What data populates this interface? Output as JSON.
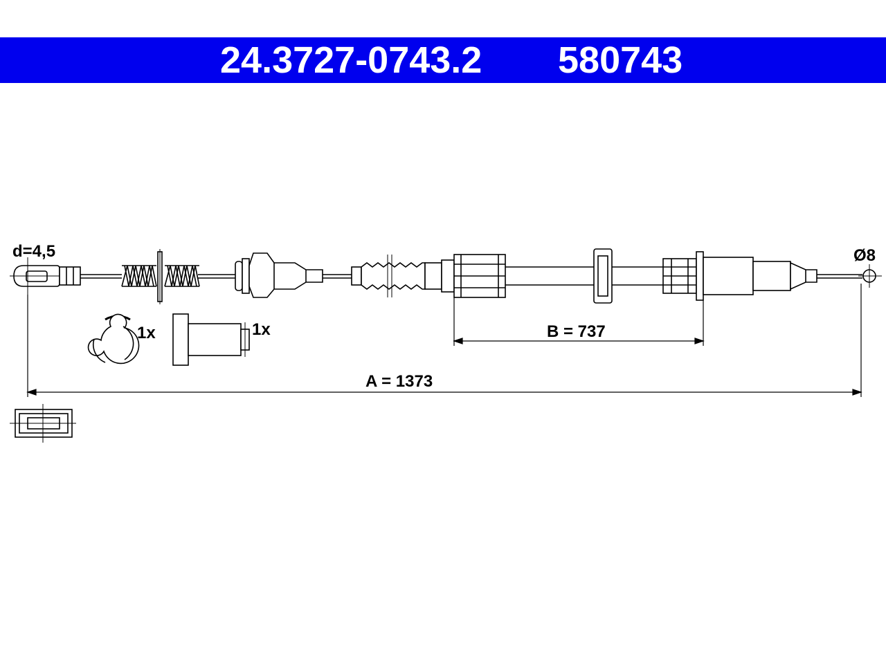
{
  "header": {
    "part_number": "24.3727-0743.2",
    "reference_number": "580743",
    "background_color": "#0000ee",
    "text_color": "#ffffff"
  },
  "dimensions": {
    "cable_diameter": "d=4,5",
    "nipple_diameter": "Ø8",
    "length_a": "A = 1373",
    "length_b": "B = 737"
  },
  "accessories": {
    "clip_quantity": "1x",
    "sleeve_quantity": "1x"
  },
  "line_color": "#000000"
}
